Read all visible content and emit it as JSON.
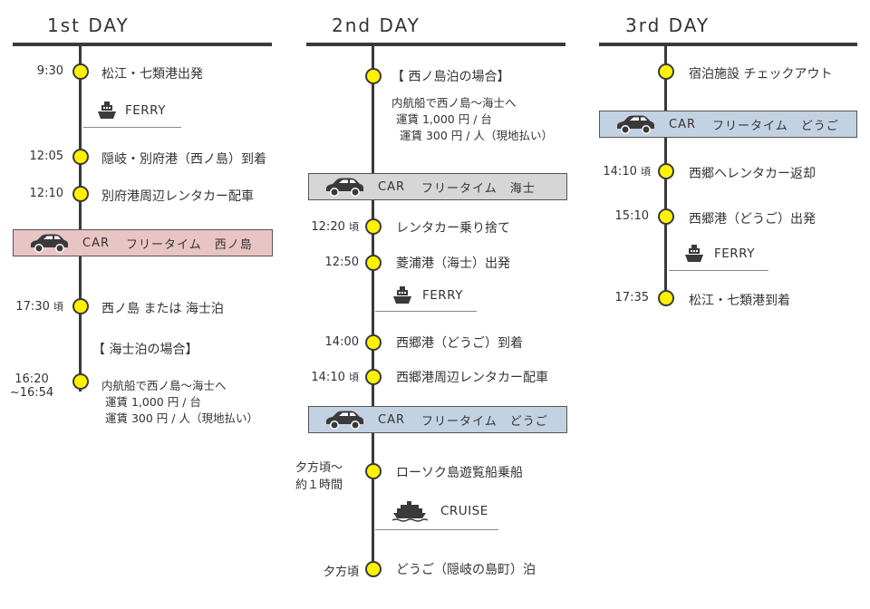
{
  "days": [
    {
      "title": "1st DAY"
    },
    {
      "title": "2nd DAY"
    },
    {
      "title": "3rd DAY"
    }
  ],
  "day1": {
    "e1": {
      "time": "9:30",
      "label": "松江・七類港出発"
    },
    "ferry": "FERRY",
    "e2": {
      "time": "12:05",
      "label": "隠岐・別府港（西ノ島）到着"
    },
    "e3": {
      "time": "12:10",
      "label": "別府港周辺レンタカー配車"
    },
    "car": {
      "a": "CAR",
      "b": "フリータイム",
      "c": "西ノ島"
    },
    "e4": {
      "time": "17:30",
      "time_suffix": "頃",
      "label": "西ノ島 または 海士泊"
    },
    "case": "【 海士泊の場合】",
    "e5": {
      "time1": "16:20",
      "time2": "~16:54",
      "lines": [
        "内航船で西ノ島〜海士へ",
        "運賃 1,000 円 / 台",
        "運賃 300 円 / 人（現地払い）"
      ]
    }
  },
  "day2": {
    "case": "【 西ノ島泊の場合】",
    "case_lines": [
      "内航船で西ノ島〜海士へ",
      "運賃 1,000 円 / 台",
      "運賃 300 円 / 人（現地払い）"
    ],
    "car1": {
      "a": "CAR",
      "b": "フリータイム",
      "c": "海士"
    },
    "e1": {
      "time": "12:20",
      "time_suffix": "頃",
      "label": "レンタカー乗り捨て"
    },
    "e2": {
      "time": "12:50",
      "label": "菱浦港（海士）出発"
    },
    "ferry": "FERRY",
    "e3": {
      "time": "14:00",
      "label": "西郷港（どうご）到着"
    },
    "e4": {
      "time": "14:10",
      "time_suffix": "頃",
      "label": "西郷港周辺レンタカー配車"
    },
    "car2": {
      "a": "CAR",
      "b": "フリータイム",
      "c": "どうご"
    },
    "e5": {
      "time1": "夕方頃〜",
      "time2": "約１時間",
      "label": "ローソク島遊覧船乗船"
    },
    "cruise": "CRUISE",
    "e6": {
      "time": "夕方頃",
      "label": "どうご（隠岐の島町）泊"
    }
  },
  "day3": {
    "e1": {
      "label": "宿泊施設 チェックアウト"
    },
    "car": {
      "a": "CAR",
      "b": "フリータイム",
      "c": "どうご"
    },
    "e2": {
      "time": "14:10",
      "time_suffix": "頃",
      "label": "西郷ヘレンタカー返却"
    },
    "e3": {
      "time": "15:10",
      "label": "西郷港（どうご）出発"
    },
    "ferry": "FERRY",
    "e4": {
      "time": "17:35",
      "label": "松江・七類港到着"
    }
  },
  "colors": {
    "dot": "#fff200",
    "car_pink": "#e9c4c4",
    "car_gray": "#d6d6d6",
    "car_blue": "#c3d2e3",
    "line": "#3a3a3a"
  },
  "icons": [
    "car-icon",
    "ferry-icon",
    "cruise-ship-icon"
  ]
}
